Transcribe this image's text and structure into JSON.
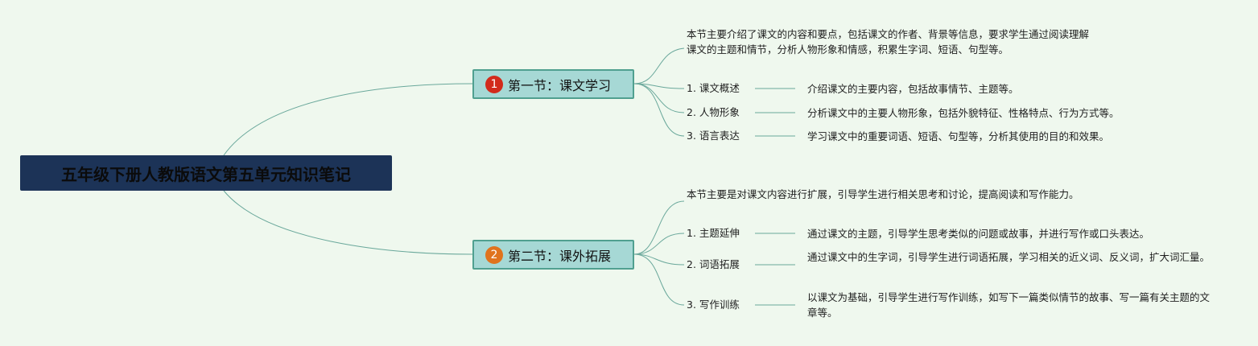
{
  "colors": {
    "background": "#eff8ee",
    "root_fill": "#1c3357",
    "section_fill": "#a6d8d5",
    "section_border": "#50a090",
    "link_line": "#6aa89b",
    "badge_1": "#d22b1c",
    "badge_2": "#e0731d"
  },
  "root": {
    "title": "五年级下册人教版语文第五单元知识笔记"
  },
  "sections": [
    {
      "badge": "1",
      "title": "第一节：课文学习",
      "summary": "本节主要介绍了课文的内容和要点，包括课文的作者、背景等信息，要求学生通过阅读理解课文的主题和情节，分析人物形象和情感，积累生字词、短语、句型等。",
      "items": [
        {
          "label": "1. 课文概述",
          "desc": "介绍课文的主要内容，包括故事情节、主题等。"
        },
        {
          "label": "2. 人物形象",
          "desc": "分析课文中的主要人物形象，包括外貌特征、性格特点、行为方式等。"
        },
        {
          "label": "3. 语言表达",
          "desc": "学习课文中的重要词语、短语、句型等，分析其使用的目的和效果。"
        }
      ]
    },
    {
      "badge": "2",
      "title": "第二节：课外拓展",
      "summary": "本节主要是对课文内容进行扩展，引导学生进行相关思考和讨论，提高阅读和写作能力。",
      "items": [
        {
          "label": "1. 主题延伸",
          "desc": "通过课文的主题，引导学生思考类似的问题或故事，并进行写作或口头表达。"
        },
        {
          "label": "2. 词语拓展",
          "desc": "通过课文中的生字词，引导学生进行词语拓展，学习相关的近义词、反义词，扩大词汇量。"
        },
        {
          "label": "3. 写作训练",
          "desc": "以课文为基础，引导学生进行写作训练，如写下一篇类似情节的故事、写一篇有关主题的文章等。"
        }
      ]
    }
  ]
}
